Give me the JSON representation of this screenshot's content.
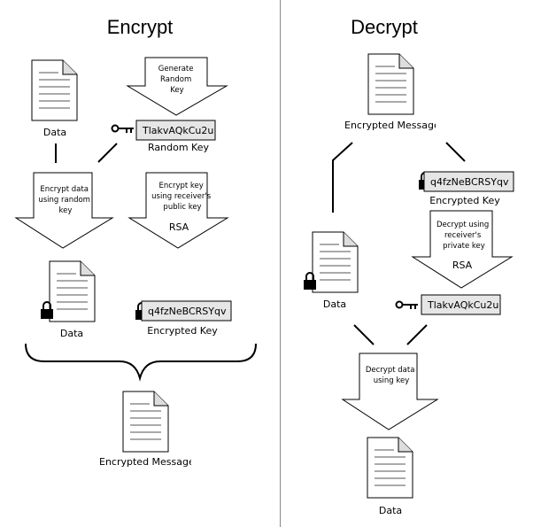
{
  "encrypt": {
    "title": "Encrypt",
    "data_label": "Data",
    "generate_key_lines": [
      "Generate",
      "Random",
      "Key"
    ],
    "random_key_value": "TlakvAQkCu2u",
    "random_key_label": "Random Key",
    "encrypt_data_lines": [
      "Encrypt data",
      "using random",
      "key"
    ],
    "encrypt_key_lines": [
      "Encrypt key",
      "using receiver's",
      "public key"
    ],
    "rsa_label": "RSA",
    "encrypted_data_label": "Data",
    "encrypted_key_value": "q4fzNeBCRSYqv",
    "encrypted_key_label": "Encrypted Key",
    "encrypted_message_label": "Encrypted Message"
  },
  "decrypt": {
    "title": "Decrypt",
    "encrypted_message_label": "Encrypted Message",
    "encrypted_key_value": "q4fzNeBCRSYqv",
    "encrypted_key_label": "Encrypted Key",
    "decrypt_key_lines": [
      "Decrypt using",
      "receiver's",
      "private key"
    ],
    "rsa_label": "RSA",
    "encrypted_data_label": "Data",
    "random_key_value": "TlakvAQkCu2u",
    "decrypt_data_lines": [
      "Decrypt data",
      "using key"
    ],
    "data_label": "Data"
  },
  "icons": [
    "document-icon",
    "lock-icon",
    "key-icon",
    "down-arrow-icon",
    "brace-icon"
  ]
}
